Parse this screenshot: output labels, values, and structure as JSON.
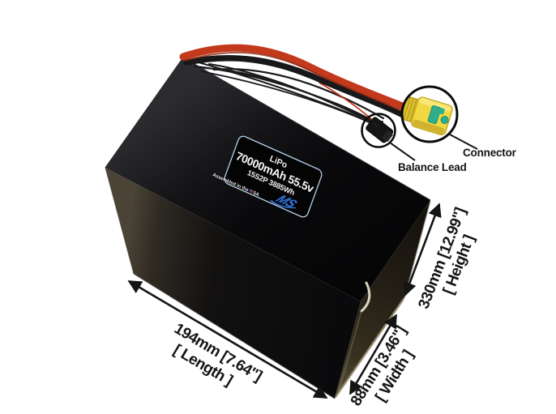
{
  "battery_label": {
    "chemistry": "LiPo",
    "capacity_voltage": "70000mAh 55.5v",
    "config": "15S2P 3885Wh",
    "assembled_prefix": "Assembled in the",
    "assembled_suffix": "SA",
    "logo_text": "MS",
    "border_color": "#b9d2ea",
    "logo_color": "#3b79dd"
  },
  "callouts": {
    "connector": "Connector",
    "balance_lead": "Balance Lead"
  },
  "dimensions": {
    "length_value": "194mm [7.64\"]",
    "length_label": "[ Length ]",
    "width_value": "88mm [3.46\"]",
    "width_label": "[ Width ]",
    "height_value": "330mm [12.99\"]",
    "height_label": "[ Height ]"
  },
  "colors": {
    "wire_red": "#c2391b",
    "wire_red_dark": "#8a2713",
    "wire_black": "#18181a",
    "connector_yellow": "#f0d840",
    "connector_yellow_dark": "#dec32e",
    "connector_teal": "#2fae8e",
    "annotation": "#141414",
    "flag_blue": "#2a4fae",
    "flag_red": "#c0392b"
  }
}
